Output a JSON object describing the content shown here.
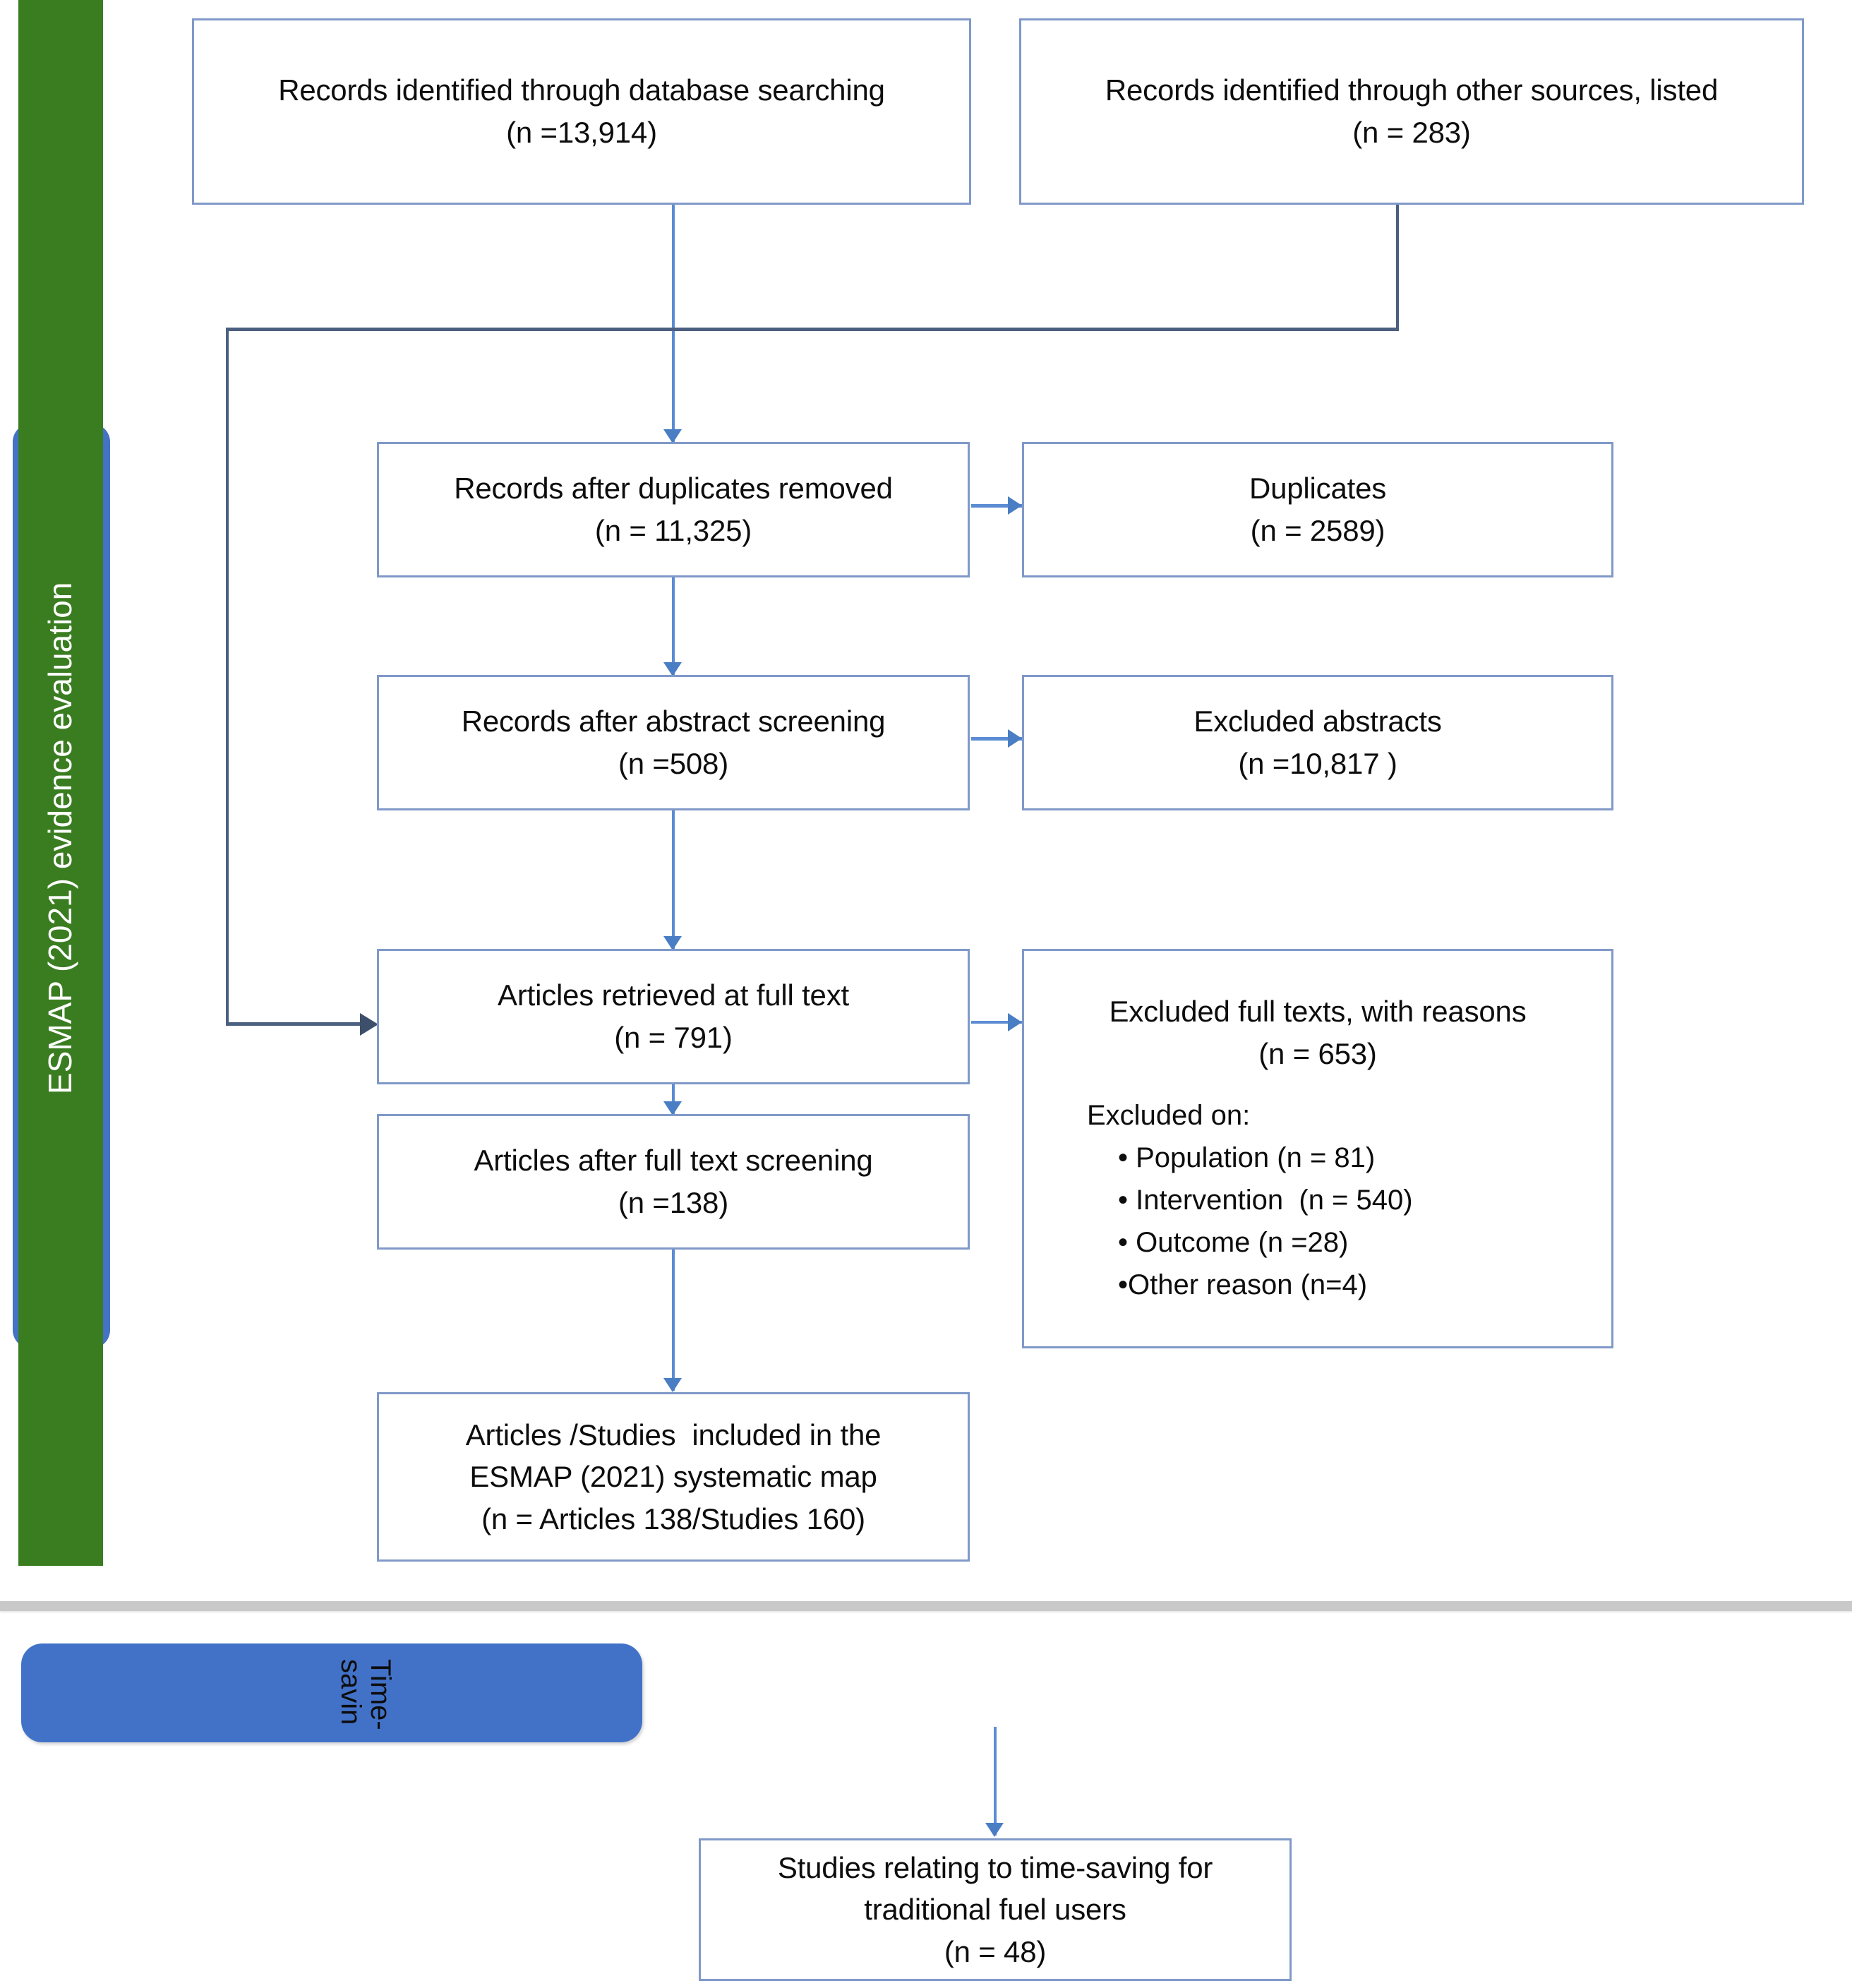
{
  "diagram": {
    "title": "PRISMA study selection flow diagram",
    "phase_band": {
      "label": "ESMAP (2021) evidence evaluation",
      "green": "#3a7d21",
      "blue": "#4472c4"
    },
    "accent_colors": {
      "box_border": "#8099c9",
      "connector_blue": "#5b8cd4",
      "connector_dark": "#4b5f80",
      "pill_blue": "#4272c8",
      "divider_grey": "#c9c9c9"
    },
    "boxes": {
      "db_search": {
        "line1": "Records identified through database searching",
        "line2": "(n =13,914)"
      },
      "other_sources": {
        "line1": "Records identified through other sources, listed",
        "line2": "(n = 283)"
      },
      "after_duplicates": {
        "line1": "Records after duplicates removed",
        "line2": "(n = 11,325)"
      },
      "duplicates": {
        "line1": "Duplicates",
        "line2": "(n = 2589)"
      },
      "after_abstract": {
        "line1": "Records after abstract screening",
        "line2": "(n =508)"
      },
      "excluded_abstracts": {
        "line1": "Excluded abstracts",
        "line2": "(n =10,817 )"
      },
      "full_text_retrieved": {
        "line1": "Articles retrieved at full text",
        "line2": "(n = 791)"
      },
      "after_full_text": {
        "line1": "Articles after full text screening",
        "line2": "(n =138)"
      },
      "excluded_full_texts": {
        "line1": "Excluded full texts, with reasons",
        "line2": "(n = 653)",
        "reasons_heading": "Excluded on:",
        "reasons": [
          "• Population (n = 81)",
          "• Intervention  (n = 540)",
          "• Outcome (n =28)",
          "•Other reason (n=4)"
        ]
      },
      "included": {
        "line1": "Articles /Studies  included in the",
        "line2": "ESMAP (2021) systematic map",
        "line3": "(n = Articles 138/Studies 160)"
      },
      "time_saving_studies": {
        "line1": "Studies relating to time-saving for",
        "line2": "traditional fuel users",
        "line3": "(n = 48)"
      }
    },
    "pill": {
      "label": "Time-savin"
    }
  }
}
